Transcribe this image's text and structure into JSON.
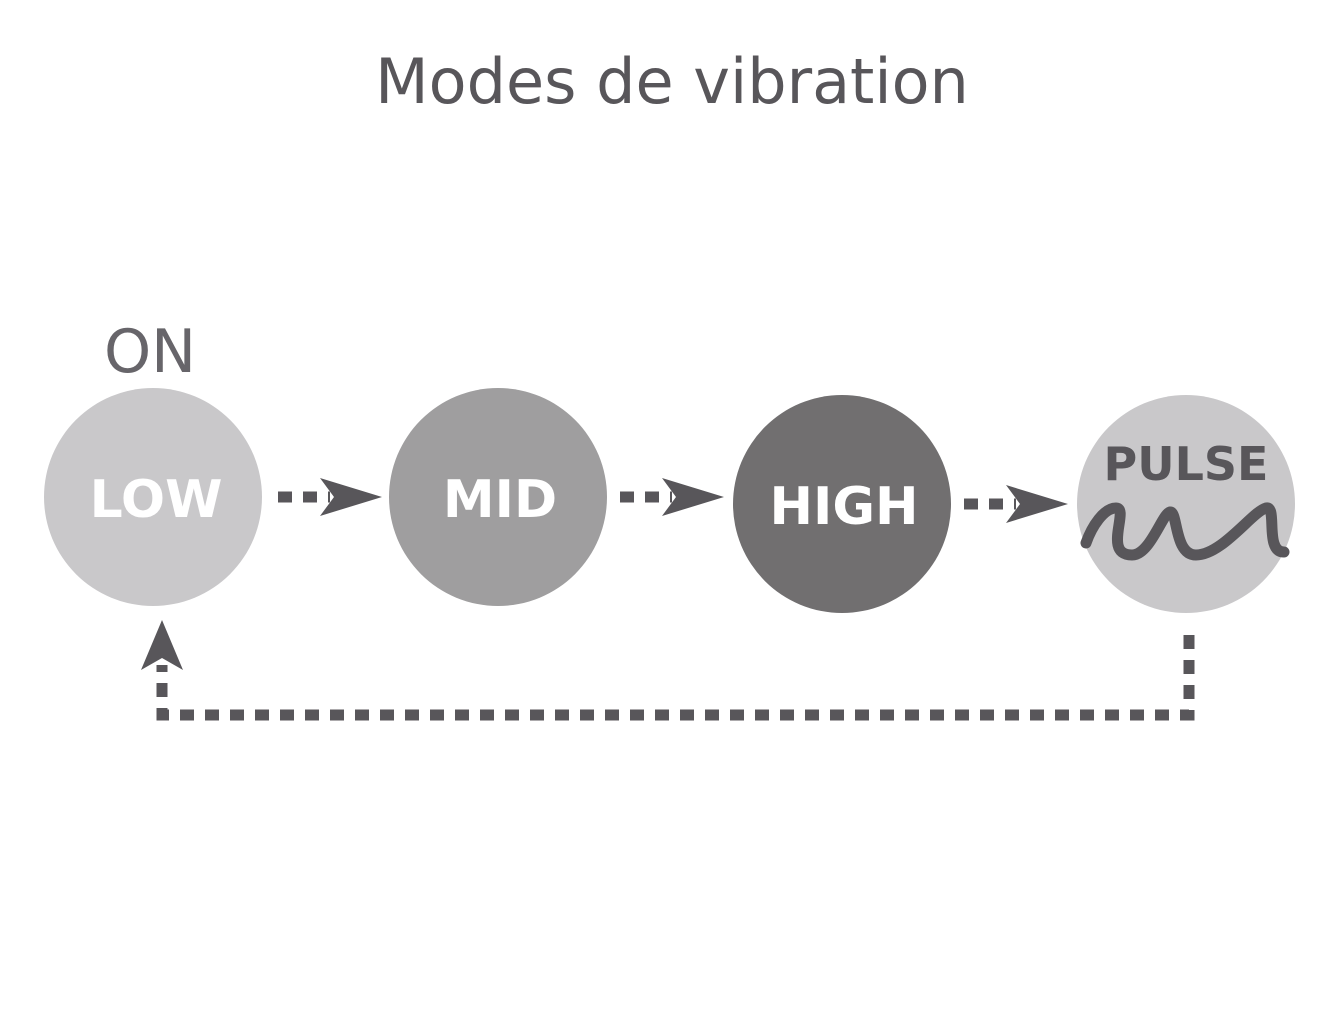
{
  "title": "Modes de vibration",
  "start_label": "ON",
  "modes": [
    {
      "label": "LOW",
      "fill": "#c9c8ca",
      "text_color": "#ffffff"
    },
    {
      "label": "MID",
      "fill": "#9f9e9f",
      "text_color": "#ffffff"
    },
    {
      "label": "HIGH",
      "fill": "#716f70",
      "text_color": "#ffffff"
    },
    {
      "label": "PULSE",
      "fill": "#c9c8ca",
      "text_color": "#58565a",
      "icon": "wave-icon"
    }
  ],
  "colors": {
    "arrow": "#58565a",
    "title": "#58565a",
    "on_label": "#67656a"
  }
}
